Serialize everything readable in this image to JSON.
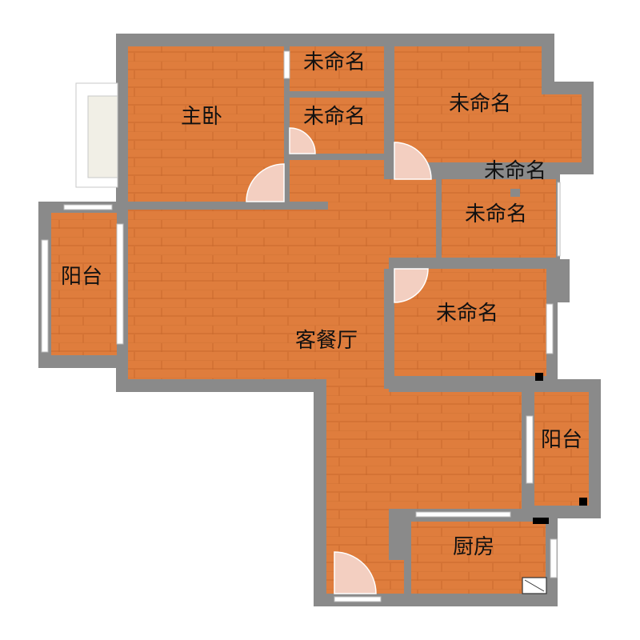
{
  "colors": {
    "wall": "#8a8a8a",
    "floor": "#df7d3d",
    "floor_line": "#c9692d",
    "door": "#f3cfc1",
    "window": "#ffffff",
    "balcony_outer": "#f1efe6"
  },
  "rooms": {
    "master_bedroom": "主卧",
    "unnamed_1": "未命名",
    "unnamed_2": "未命名",
    "unnamed_3": "未命名",
    "unnamed_4": "未命名",
    "unnamed_5": "未命名",
    "unnamed_6": "未命名",
    "balcony_left": "阳台",
    "living_dining": "客餐厅",
    "balcony_right": "阳台",
    "kitchen": "厨房"
  }
}
